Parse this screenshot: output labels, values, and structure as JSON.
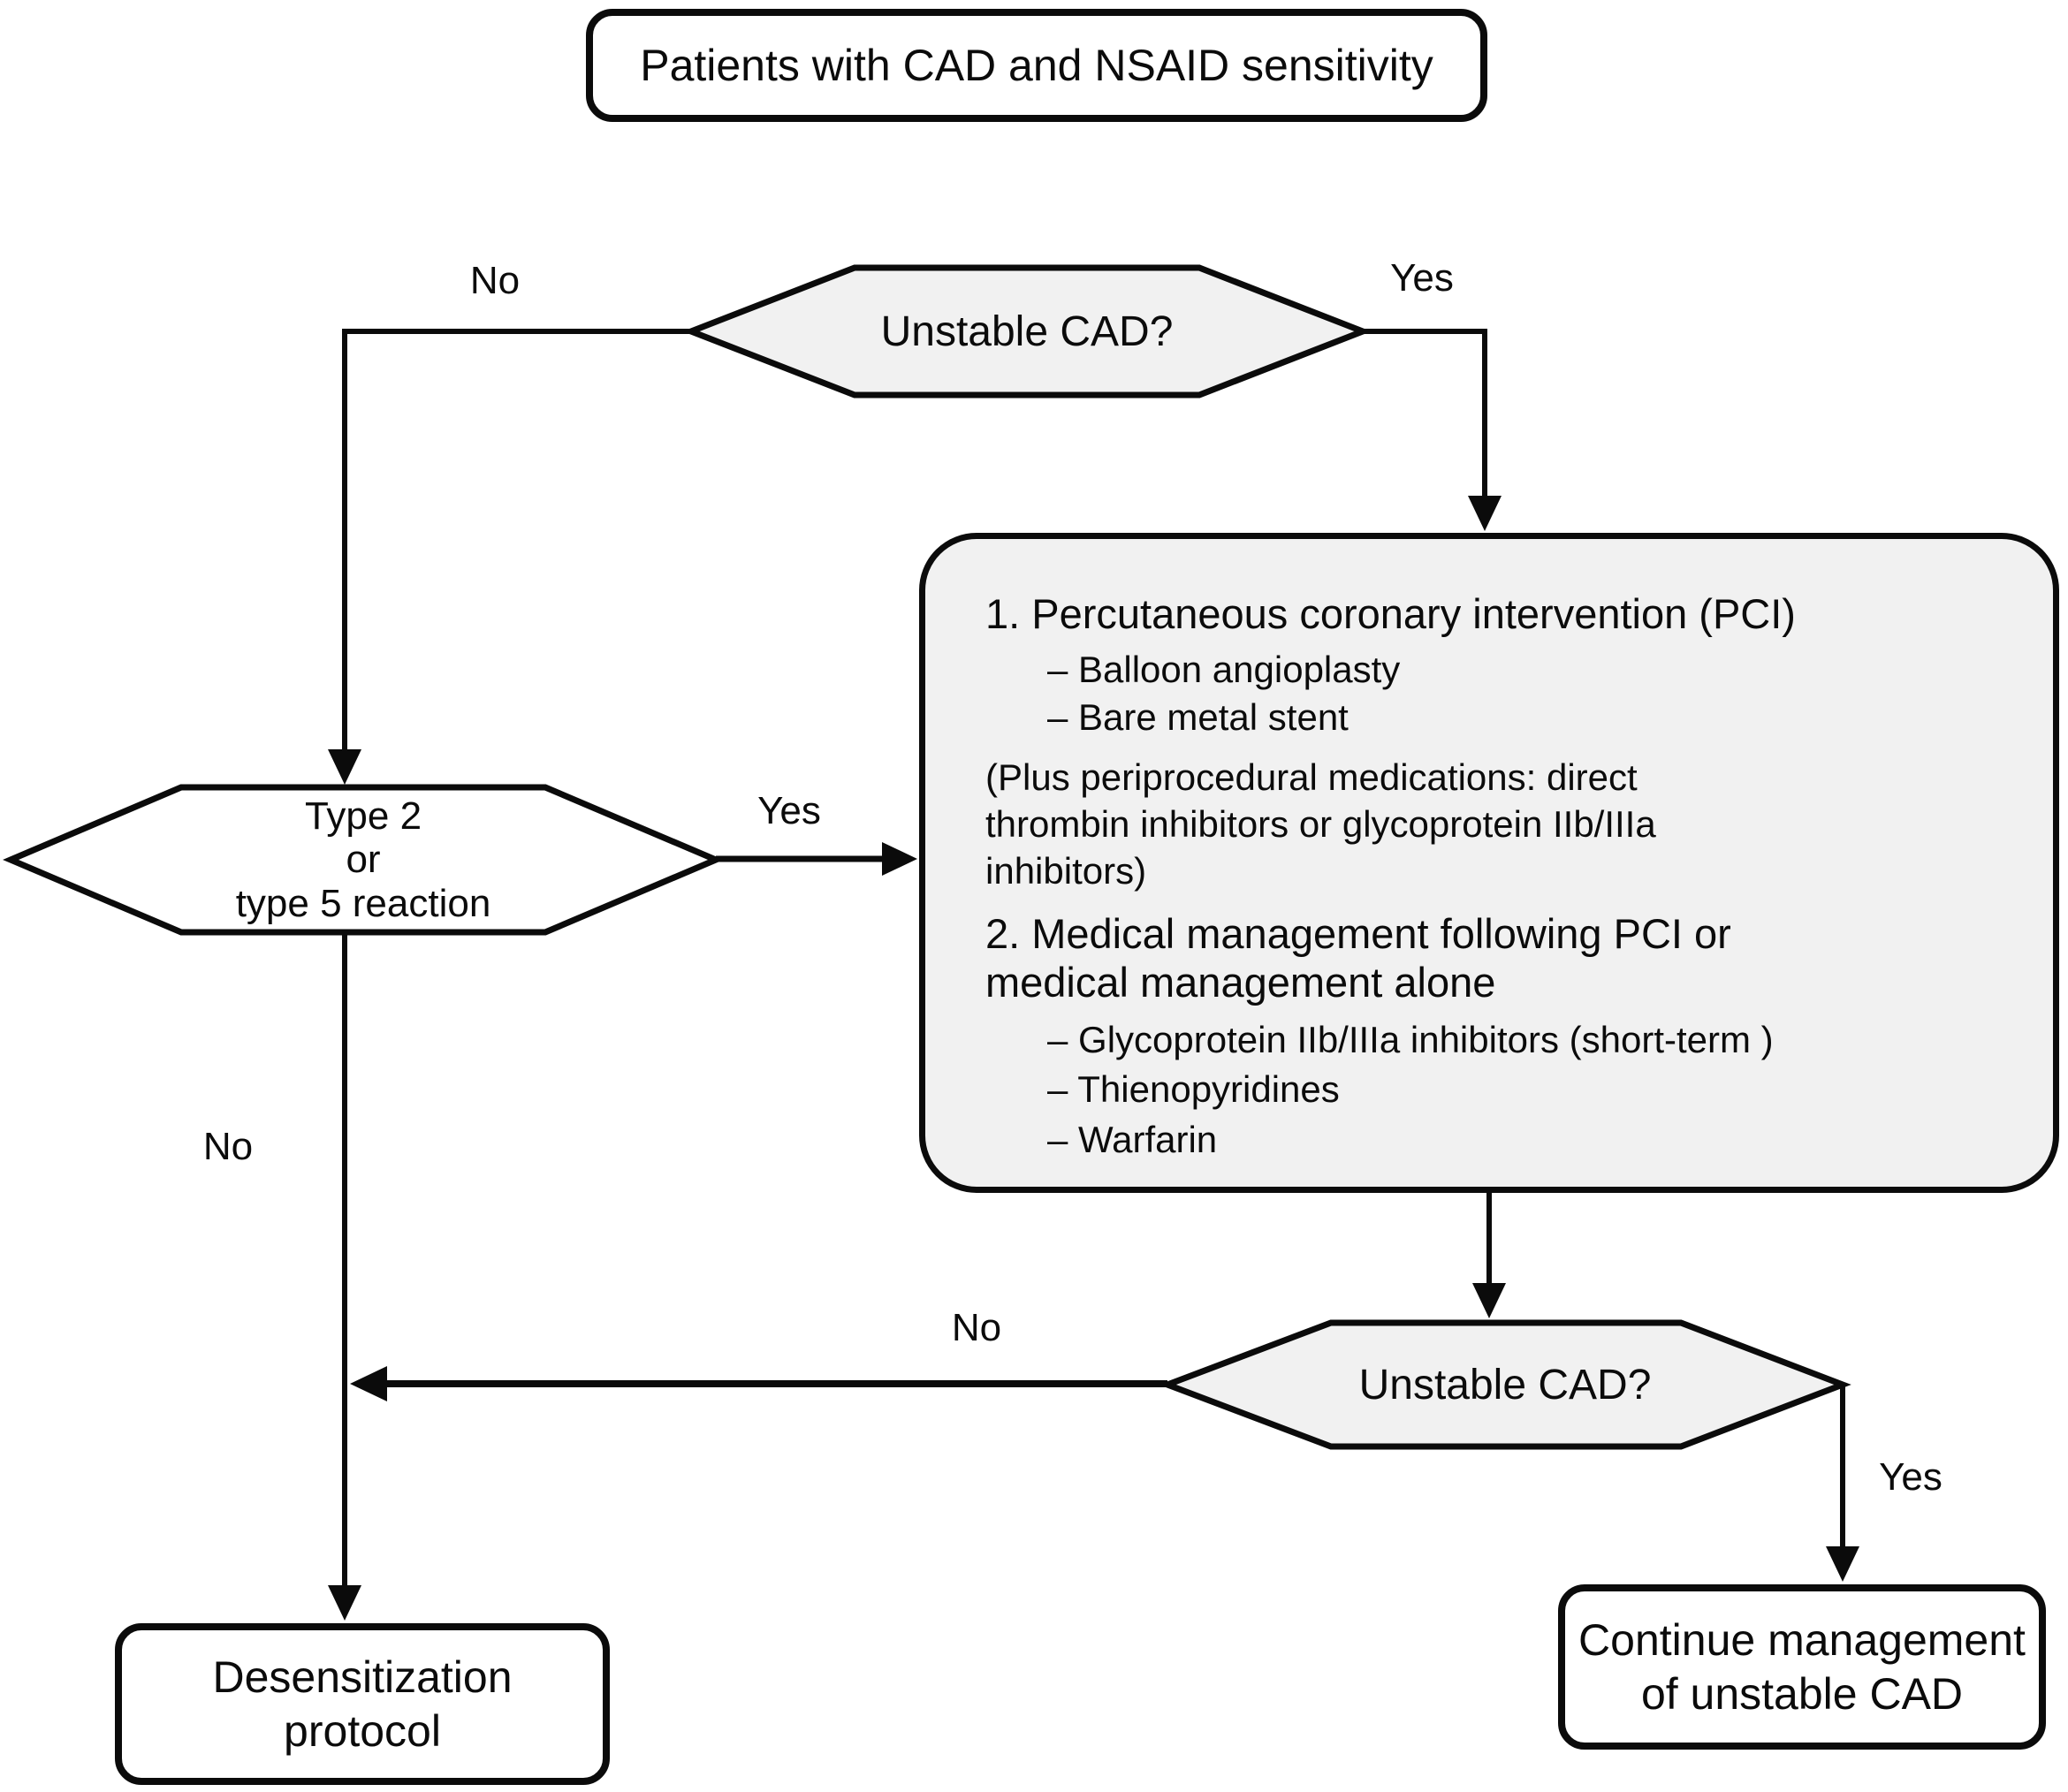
{
  "figure": {
    "background_color": "#ffffff",
    "line_color": "#0b0b0b",
    "decision_fill_color": "#f1f1f1",
    "terminal_fill_color": "#ffffff",
    "type": "flowchart"
  },
  "nodes": {
    "start": {
      "label": "Patients with CAD and NSAID sensitivity"
    },
    "decision_unstable_1": {
      "label": "Unstable CAD?"
    },
    "decision_reaction_type": {
      "line1": "Type 2",
      "line2": "or",
      "line3": "type 5 reaction"
    },
    "treatment_box": {
      "item1_heading": "1. Percutaneous coronary intervention (PCI)",
      "item1_bullet1": "– Balloon angioplasty",
      "item1_bullet2": "– Bare metal stent",
      "paren_line1": "(Plus periprocedural medications: direct",
      "paren_line2": "thrombin inhibitors or glycoprotein IIb/IIIa",
      "paren_line3": "inhibitors)",
      "item2_heading_line1": "2. Medical management following PCI or",
      "item2_heading_line2": "medical management alone",
      "item2_bullet1": "– Glycoprotein IIb/IIIa inhibitors (short-term )",
      "item2_bullet2": "– Thienopyridines",
      "item2_bullet3": "– Warfarin"
    },
    "decision_unstable_2": {
      "label": "Unstable CAD?"
    },
    "desensitization": {
      "line1": "Desensitization",
      "line2": "protocol"
    },
    "continue_management": {
      "line1": "Continue management",
      "line2": "of unstable CAD"
    }
  },
  "edge_labels": {
    "unstable1_no": "No",
    "unstable1_yes": "Yes",
    "reaction_yes": "Yes",
    "reaction_no": "No",
    "unstable2_no": "No",
    "unstable2_yes": "Yes"
  }
}
